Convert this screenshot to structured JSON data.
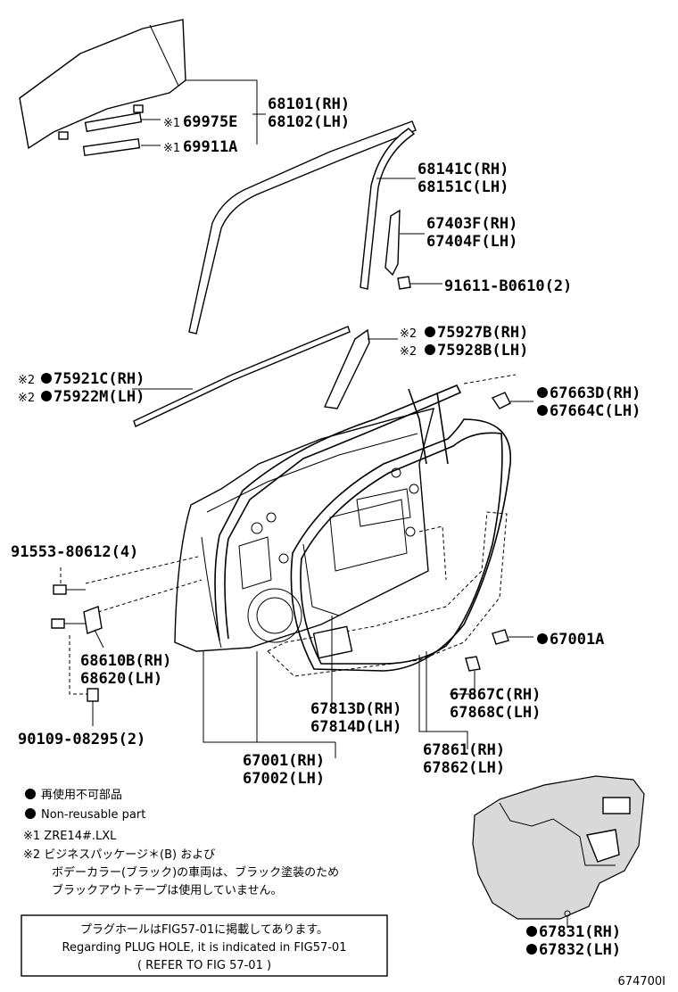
{
  "parts": {
    "p68101": "68101(RH)",
    "p68102": "68102(LH)",
    "p69975E": "69975E",
    "p69911A": "69911A",
    "mark1a": "※1",
    "mark1b": "※1",
    "p68141C": "68141C(RH)",
    "p68151C": "68151C(LH)",
    "p67403F": "67403F(RH)",
    "p67404F": "67404F(LH)",
    "p91611": "91611-B0610(2)",
    "mark2a": "※2",
    "mark2b": "※2",
    "p75927B": "75927B(RH)",
    "p75928B": "75928B(LH)",
    "mark2c": "※2",
    "mark2d": "※2",
    "p75921C": "75921C(RH)",
    "p75922M": "75922M(LH)",
    "p67663D": "67663D(RH)",
    "p67664C": "67664C(LH)",
    "p91553": "91553-80612(4)",
    "p67001A": "67001A",
    "p68610B": "68610B(RH)",
    "p68620": "68620(LH)",
    "p67867C": "67867C(RH)",
    "p67868C": "67868C(LH)",
    "p67813D": "67813D(RH)",
    "p67814D": "67814D(LH)",
    "p90109": "90109-08295(2)",
    "p67861": "67861(RH)",
    "p67862": "67862(LH)",
    "p67001": "67001(RH)",
    "p67002": "67002(LH)",
    "p67831": "67831(RH)",
    "p67832": "67832(LH)"
  },
  "legend": {
    "nonreusable_jp": "再使用不可部品",
    "nonreusable_en": "Non-reusable part",
    "note1": "※1 ZRE14#.LXL",
    "note2_line1": "※2 ビジネスパッケージ＊(B) および",
    "note2_line2": "ボデーカラー(ブラック)の車両は、ブラック塗装のため",
    "note2_line3": "ブラックアウトテープは使用していません。"
  },
  "plug_box": {
    "line1": "プラグホールはFIG57-01に掲載してあります。",
    "line2": "Regarding PLUG HOLE, it is indicated in FIG57-01",
    "line3": "( REFER TO FIG 57-01 )"
  },
  "figure_id": "674700I"
}
